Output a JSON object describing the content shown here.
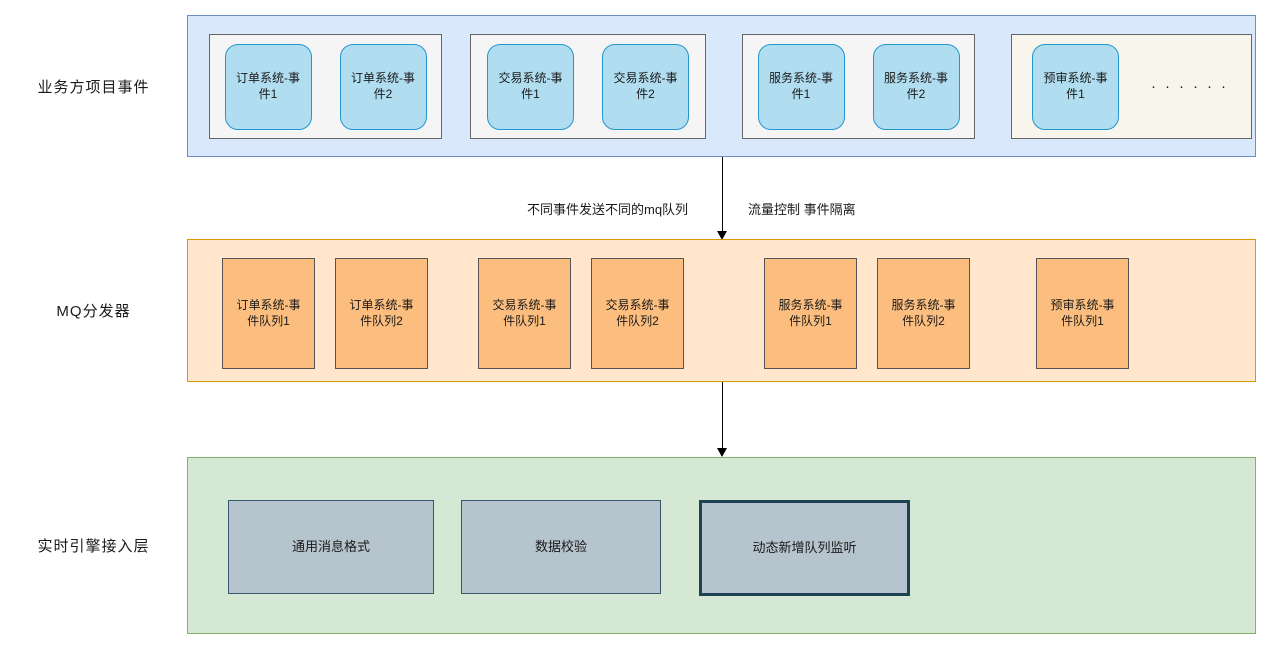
{
  "colors": {
    "business_band_fill": "#DAE8FC",
    "business_band_border": "#6C8EBF",
    "event_group_fill": "#F5F5F5",
    "event_group_cream_fill": "#F8F6EC",
    "event_group_border": "#666666",
    "event_box_fill": "#B1DDF0",
    "event_box_border": "#2496CE",
    "mq_band_fill": "#FFE6CC",
    "mq_band_border": "#D79B00",
    "queue_box_fill": "#FCBE7F",
    "queue_box_border": "#555555",
    "engine_band_fill": "#D5E8D4",
    "engine_band_border": "#82B366",
    "module_box_fill": "#B6C4CE",
    "module_box_border": "#33596B",
    "module_box_emphasis_border": "#1F4152",
    "arrow": "#000000",
    "text": "#1A1A1A"
  },
  "row_business": {
    "label": "业务方项目事件",
    "groups": [
      {
        "events": [
          "订单系统-事\n件1",
          "订单系统-事\n件2"
        ]
      },
      {
        "events": [
          "交易系统-事\n件1",
          "交易系统-事\n件2"
        ]
      },
      {
        "events": [
          "服务系统-事\n件1",
          "服务系统-事\n件2"
        ]
      },
      {
        "events": [
          "预审系统-事\n件1"
        ],
        "ellipsis": "······"
      }
    ]
  },
  "arrow_business_to_mq": {
    "label_left": "不同事件发送不同的mq队列",
    "label_right": "流量控制 事件隔离"
  },
  "row_mq": {
    "label": "MQ分发器",
    "queues": [
      "订单系统-事\n件队列1",
      "订单系统-事\n件队列2",
      "交易系统-事\n件队列1",
      "交易系统-事\n件队列2",
      "服务系统-事\n件队列1",
      "服务系统-事\n件队列2",
      "预审系统-事\n件队列1"
    ]
  },
  "row_engine": {
    "label": "实时引擎接入层",
    "modules": [
      "通用消息格式",
      "数据校验",
      "动态新增队列监听"
    ]
  }
}
